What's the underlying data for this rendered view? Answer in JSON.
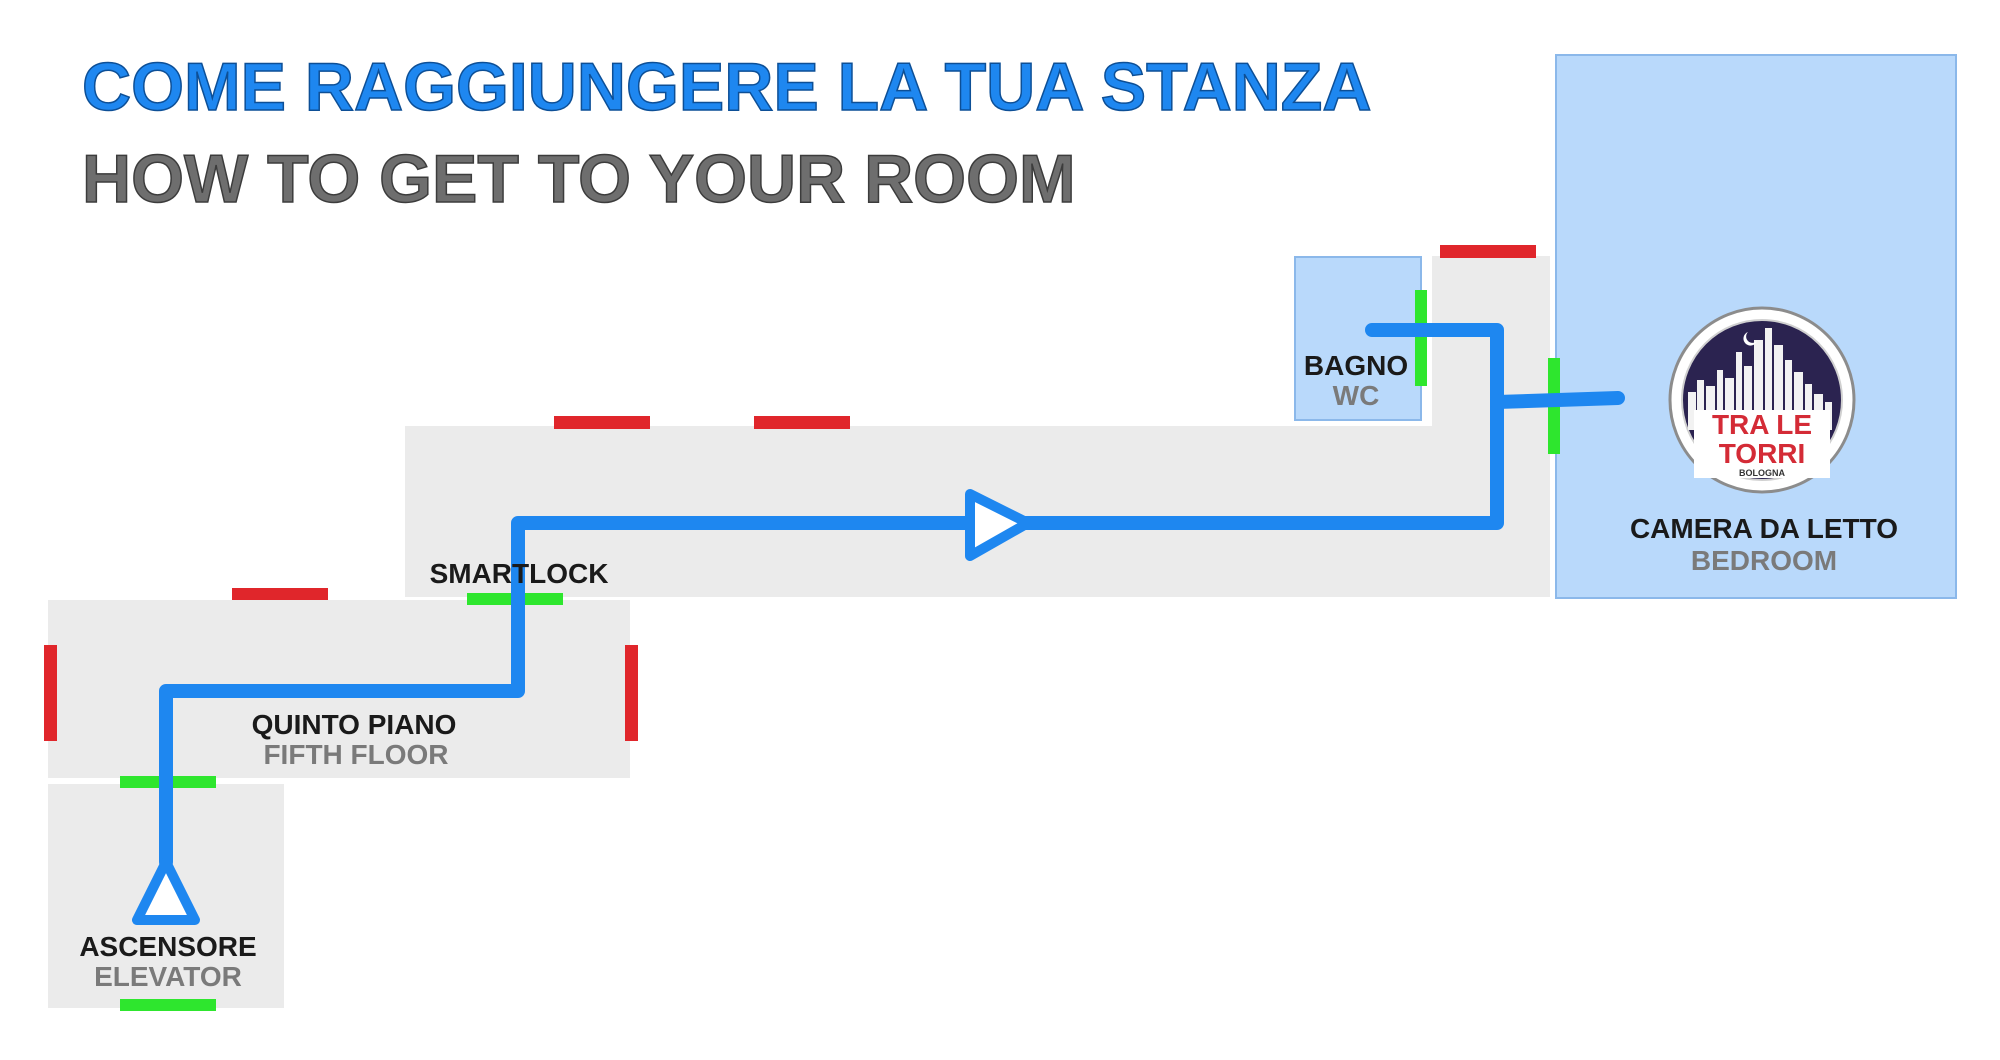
{
  "colors": {
    "title_primary": "#1e87f0",
    "title_secondary": "#6e6e6e",
    "route": "#1e87f0",
    "corridor": "#ebebeb",
    "room_fill": "#b9d9fb",
    "room_stroke": "#8bb8ea",
    "door_open": "#2ee62e",
    "door_closed": "#e0262b",
    "label_primary": "#1a1a1a",
    "label_secondary": "#7a7a7a",
    "logo_bg": "#2b2350",
    "logo_text": "#d42b36"
  },
  "title": {
    "italian": "COME RAGGIUNGERE LA TUA STANZA",
    "english": "HOW TO GET TO YOUR ROOM"
  },
  "labels": {
    "elevator": {
      "primary": "ASCENSORE",
      "secondary": "ELEVATOR"
    },
    "floor": {
      "primary": "QUINTO PIANO",
      "secondary": "FIFTH FLOOR"
    },
    "smartlock": {
      "primary": "SMARTLOCK"
    },
    "bathroom": {
      "primary": "BAGNO",
      "secondary": "WC"
    },
    "bedroom": {
      "primary": "CAMERA DA LETTO",
      "secondary": "BEDROOM"
    }
  },
  "logo": {
    "line1": "TRA LE",
    "line2": "TORRI",
    "city": "BOLOGNA"
  },
  "icons": {
    "start_marker": "triangle-up-icon",
    "direction_marker": "triangle-right-icon"
  }
}
